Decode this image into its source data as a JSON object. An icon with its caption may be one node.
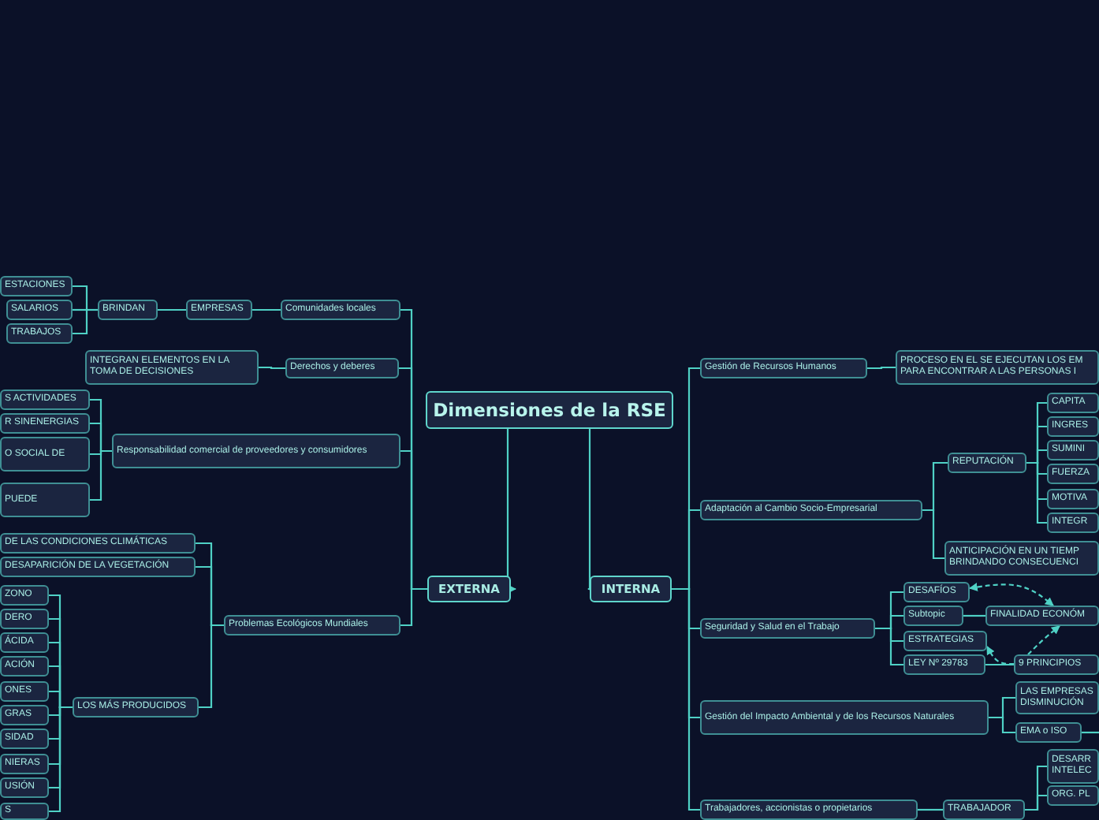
{
  "diagram": {
    "nodes": [
      {
        "text": [
          "Dimensiones de la RSE"
        ]
      },
      {
        "text": [
          "EXTERNA"
        ]
      },
      {
        "text": [
          "INTERNA"
        ]
      },
      {
        "text": [
          "Comunidades locales"
        ]
      },
      {
        "text": [
          "EMPRESAS"
        ]
      },
      {
        "text": [
          "BRINDAN"
        ]
      },
      {
        "text": [
          "ESTACIONES"
        ]
      },
      {
        "text": [
          "SALARIOS"
        ]
      },
      {
        "text": [
          "TRABAJOS"
        ]
      },
      {
        "text": [
          "Derechos y deberes"
        ]
      },
      {
        "text": [
          "INTEGRAN ELEMENTOS EN LA TOMA DE DECISIONES"
        ]
      },
      {
        "text": [
          "Responsabilidad comercial de proveedores y consumidores"
        ]
      },
      {
        "text": [
          "S ACTIVIDADES"
        ]
      },
      {
        "text": [
          "R SINENERGIAS"
        ]
      },
      {
        "text": [
          "O SOCIAL DE"
        ]
      },
      {
        "text": [
          "PUEDE"
        ]
      },
      {
        "text": [
          "Problemas Ecológicos Mundiales"
        ]
      },
      {
        "text": [
          "DE LAS CONDICIONES CLIMÁTICAS"
        ]
      },
      {
        "text": [
          "DESAPARICIÓN DE LA VEGETACIÓN"
        ]
      },
      {
        "text": [
          "LOS MÁS PRODUCIDOS"
        ]
      },
      {
        "text": [
          "ZONO"
        ]
      },
      {
        "text": [
          "DERO"
        ]
      },
      {
        "text": [
          "ÁCIDA"
        ]
      },
      {
        "text": [
          "ACIÓN"
        ]
      },
      {
        "text": [
          "ONES"
        ]
      },
      {
        "text": [
          "GRAS"
        ]
      },
      {
        "text": [
          "SIDAD"
        ]
      },
      {
        "text": [
          "NIERAS"
        ]
      },
      {
        "text": [
          "USIÓN"
        ]
      },
      {
        "text": [
          "S"
        ]
      },
      {
        "text": [
          "Gestión de Recursos Humanos"
        ]
      },
      {
        "text": [
          "PROCESO EN EL SE EJECUTAN LOS EM PARA ENCONTRAR A LAS PERSONAS I"
        ]
      },
      {
        "text": [
          "Adaptación al Cambio Socio-Empresarial"
        ]
      },
      {
        "text": [
          "REPUTACIÓN"
        ]
      },
      {
        "text": [
          "CAPITA"
        ]
      },
      {
        "text": [
          "INGRES"
        ]
      },
      {
        "text": [
          "SUMINI"
        ]
      },
      {
        "text": [
          "FUERZA"
        ]
      },
      {
        "text": [
          "MOTIVA"
        ]
      },
      {
        "text": [
          "INTEGR"
        ]
      },
      {
        "text": [
          "ANTICIPACIÓN EN UN TIEMP BRINDANDO CONSECUENCI"
        ]
      },
      {
        "text": [
          "Seguridad y Salud en el Trabajo"
        ]
      },
      {
        "text": [
          "DESAFÍOS"
        ]
      },
      {
        "text": [
          "Subtopic"
        ]
      },
      {
        "text": [
          "ESTRATEGIAS"
        ]
      },
      {
        "text": [
          "LEY Nº 29783"
        ]
      },
      {
        "text": [
          "FINALIDAD ECONÓM"
        ]
      },
      {
        "text": [
          "9 PRINCIPIOS"
        ]
      },
      {
        "text": [
          "Gestión del Impacto Ambiental y de los Recursos Naturales"
        ]
      },
      {
        "text": [
          "LAS EMPRESAS DISMINUCIÓN"
        ]
      },
      {
        "text": [
          "EMA o ISO"
        ]
      },
      {
        "text": [
          "Trabajadores, accionistas o propietarios"
        ]
      },
      {
        "text": [
          "TRABAJADOR"
        ]
      },
      {
        "text": [
          "DESARR INTELEC"
        ]
      },
      {
        "text": [
          "ORG. PL"
        ]
      }
    ],
    "edges": [
      {
        "from": 0,
        "to": 1,
        "arrow": "to"
      },
      {
        "from": 0,
        "to": 2,
        "arrow": "to"
      },
      {
        "from": 1,
        "to": 3,
        "arrow": "none"
      },
      {
        "from": 1,
        "to": 9,
        "arrow": "none"
      },
      {
        "from": 1,
        "to": 11,
        "arrow": "none"
      },
      {
        "from": 1,
        "to": 16,
        "arrow": "none"
      },
      {
        "from": 3,
        "to": 4,
        "arrow": "none"
      },
      {
        "from": 4,
        "to": 5,
        "arrow": "none"
      },
      {
        "from": 5,
        "to": 6,
        "arrow": "none"
      },
      {
        "from": 5,
        "to": 7,
        "arrow": "none"
      },
      {
        "from": 5,
        "to": 8,
        "arrow": "none"
      },
      {
        "from": 9,
        "to": 10,
        "arrow": "none"
      },
      {
        "from": 11,
        "to": 12,
        "arrow": "none"
      },
      {
        "from": 11,
        "to": 13,
        "arrow": "none"
      },
      {
        "from": 11,
        "to": 14,
        "arrow": "none"
      },
      {
        "from": 11,
        "to": 15,
        "arrow": "none"
      },
      {
        "from": 16,
        "to": 17,
        "arrow": "none"
      },
      {
        "from": 16,
        "to": 18,
        "arrow": "none"
      },
      {
        "from": 16,
        "to": 19,
        "arrow": "none"
      },
      {
        "from": 19,
        "to": 20,
        "arrow": "none"
      },
      {
        "from": 19,
        "to": 21,
        "arrow": "none"
      },
      {
        "from": 19,
        "to": 22,
        "arrow": "none"
      },
      {
        "from": 19,
        "to": 23,
        "arrow": "none"
      },
      {
        "from": 19,
        "to": 24,
        "arrow": "none"
      },
      {
        "from": 19,
        "to": 25,
        "arrow": "none"
      },
      {
        "from": 19,
        "to": 26,
        "arrow": "none"
      },
      {
        "from": 19,
        "to": 27,
        "arrow": "none"
      },
      {
        "from": 19,
        "to": 28,
        "arrow": "none"
      },
      {
        "from": 19,
        "to": 29,
        "arrow": "none"
      },
      {
        "from": 2,
        "to": 30,
        "arrow": "none"
      },
      {
        "from": 2,
        "to": 32,
        "arrow": "none"
      },
      {
        "from": 2,
        "to": 41,
        "arrow": "none"
      },
      {
        "from": 2,
        "to": 48,
        "arrow": "none"
      },
      {
        "from": 2,
        "to": 51,
        "arrow": "none"
      },
      {
        "from": 30,
        "to": 31,
        "arrow": "none"
      },
      {
        "from": 32,
        "to": 33,
        "arrow": "none"
      },
      {
        "from": 32,
        "to": 40,
        "arrow": "none"
      },
      {
        "from": 33,
        "to": 34,
        "arrow": "none"
      },
      {
        "from": 33,
        "to": 35,
        "arrow": "none"
      },
      {
        "from": 33,
        "to": 36,
        "arrow": "none"
      },
      {
        "from": 33,
        "to": 37,
        "arrow": "none"
      },
      {
        "from": 33,
        "to": 38,
        "arrow": "none"
      },
      {
        "from": 33,
        "to": 39,
        "arrow": "none"
      },
      {
        "from": 41,
        "to": 42,
        "arrow": "none"
      },
      {
        "from": 41,
        "to": 43,
        "arrow": "none"
      },
      {
        "from": 41,
        "to": 44,
        "arrow": "none"
      },
      {
        "from": 41,
        "to": 45,
        "arrow": "none"
      },
      {
        "from": 43,
        "to": 46,
        "arrow": "none"
      },
      {
        "from": 45,
        "to": 47,
        "arrow": "none"
      },
      {
        "from": 42,
        "to": 46,
        "arrow": "both",
        "style": "dashed"
      },
      {
        "from": 47,
        "to": 44,
        "arrow": "to",
        "style": "dashed"
      },
      {
        "from": 47,
        "to": 46,
        "arrow": "to",
        "style": "dashed"
      },
      {
        "from": 48,
        "to": 49,
        "arrow": "none"
      },
      {
        "from": 48,
        "to": 50,
        "arrow": "none"
      },
      {
        "from": 50,
        "to": null,
        "arrow": "none"
      },
      {
        "from": 51,
        "to": 52,
        "arrow": "none"
      },
      {
        "from": 52,
        "to": 53,
        "arrow": "none"
      },
      {
        "from": 52,
        "to": 54,
        "arrow": "none"
      }
    ]
  }
}
